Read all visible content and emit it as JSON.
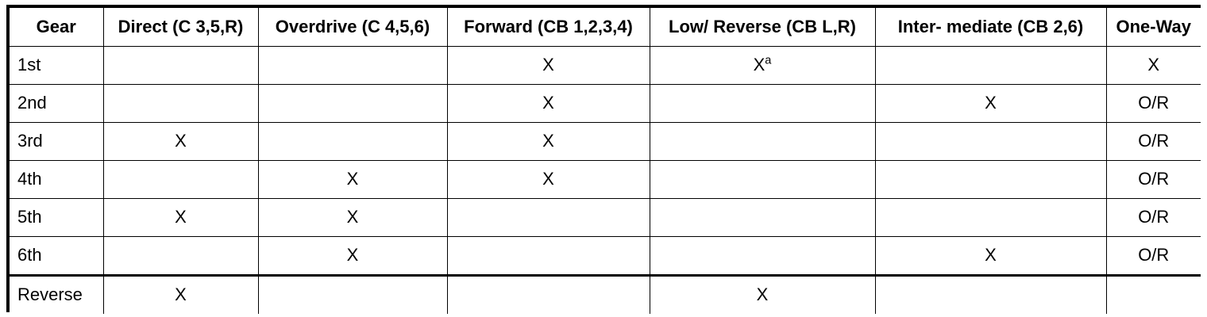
{
  "table": {
    "columns": [
      "Gear",
      "Direct (C 3,5,R)",
      "Overdrive (C 4,5,6)",
      "Forward (CB 1,2,3,4)",
      "Low/ Reverse (CB L,R)",
      "Inter- mediate (CB 2,6)",
      "One-Way"
    ],
    "rows": [
      {
        "gear": "1st",
        "direct": "",
        "overdrive": "",
        "forward": "X",
        "low_reverse": "X",
        "low_reverse_note": "a",
        "intermediate": "",
        "one_way": "X",
        "separator_above": false
      },
      {
        "gear": "2nd",
        "direct": "",
        "overdrive": "",
        "forward": "X",
        "low_reverse": "",
        "low_reverse_note": "",
        "intermediate": "X",
        "one_way": "O/R",
        "separator_above": false
      },
      {
        "gear": "3rd",
        "direct": "X",
        "overdrive": "",
        "forward": "X",
        "low_reverse": "",
        "low_reverse_note": "",
        "intermediate": "",
        "one_way": "O/R",
        "separator_above": false
      },
      {
        "gear": "4th",
        "direct": "",
        "overdrive": "X",
        "forward": "X",
        "low_reverse": "",
        "low_reverse_note": "",
        "intermediate": "",
        "one_way": "O/R",
        "separator_above": false
      },
      {
        "gear": "5th",
        "direct": "X",
        "overdrive": "X",
        "forward": "",
        "low_reverse": "",
        "low_reverse_note": "",
        "intermediate": "",
        "one_way": "O/R",
        "separator_above": false
      },
      {
        "gear": "6th",
        "direct": "",
        "overdrive": "X",
        "forward": "",
        "low_reverse": "",
        "low_reverse_note": "",
        "intermediate": "X",
        "one_way": "O/R",
        "separator_above": false
      },
      {
        "gear": "Reverse",
        "direct": "X",
        "overdrive": "",
        "forward": "",
        "low_reverse": "X",
        "low_reverse_note": "",
        "intermediate": "",
        "one_way": "",
        "separator_above": true
      }
    ]
  },
  "colors": {
    "border": "#000000",
    "text": "#000000",
    "background": "#ffffff"
  }
}
